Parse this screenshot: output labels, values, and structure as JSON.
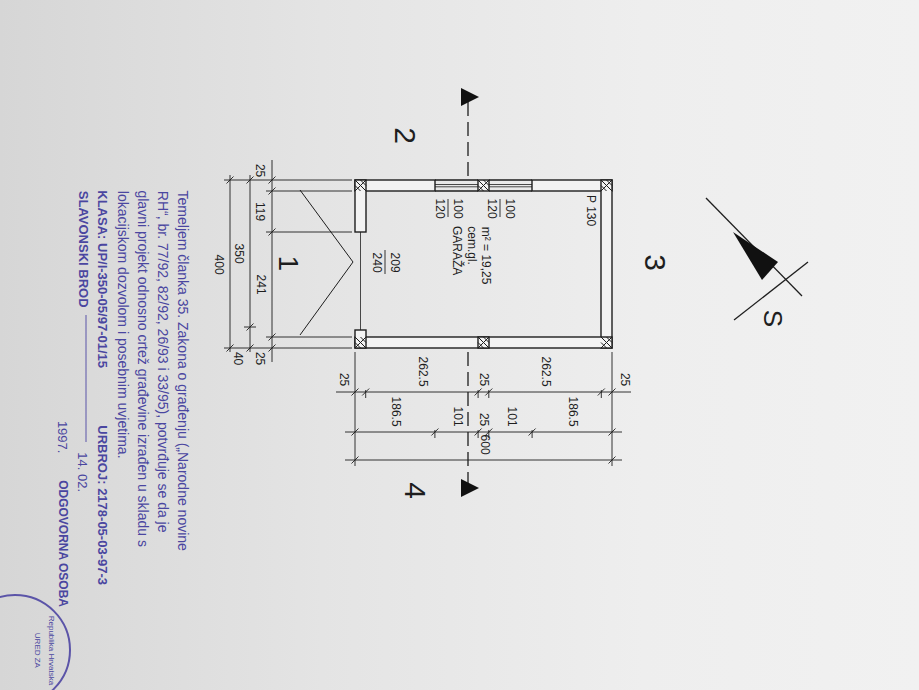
{
  "diagram": {
    "nodes": [
      {
        "text": [
          "GARAŽA",
          "cem.gl.",
          "m² = 19,25"
        ]
      }
    ],
    "labels": [
      "2",
      "3",
      "4",
      "1",
      "S",
      "P 130",
      "120",
      "100",
      "120",
      "100",
      "240",
      "209",
      "25",
      "119",
      "241",
      "25",
      "350",
      "40",
      "400",
      "25",
      "262.5",
      "25",
      "262.5",
      "25",
      "186.5",
      "101",
      "25",
      "101",
      "186.5",
      "600",
      "Temeljem članka 35. Zakona o građenju („Narodne novine",
      "RH“, br. 77/92, 82/92, 26/93 i 33/95), potvrđuje se da je",
      "glavni projekt odnosno crtež građevine izrađen u skladu s",
      "lokacijskom dozvolom i posebnim uvjetima.",
      "KLASA: UP/I-350-05/97-01/15",
      "URBROJ: 2178-05-03-97-3",
      "SLAVONSKI BROD",
      "14. 02.",
      "1997.",
      "ODGOVORNA OSOBA",
      "Republika Hrvatska",
      "URED ZA"
    ]
  }
}
